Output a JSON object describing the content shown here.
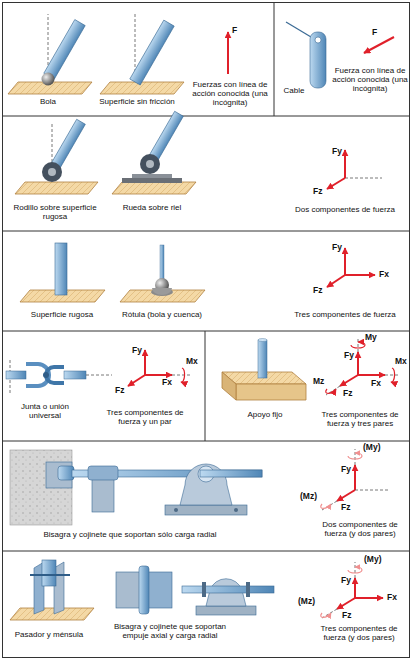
{
  "diagram": {
    "labels": [
      "Bola",
      "Superficie sin fricción",
      "F",
      "Fuerzas con línea de acción conocida (una incógnita)",
      "Cable",
      "F",
      "Fuerza con línea de acción conocida (una incógnita)",
      "Fy",
      "Fz",
      "Rodillo sobre superficie rugosa",
      "Rueda sobre riel",
      "Dos componentes de fuerza",
      "Fy",
      "Fx",
      "Fz",
      "Superficie rugosa",
      "Rótula (bola y cuenca)",
      "Tres componentes de fuerza",
      "Fy",
      "Fx",
      "Mx",
      "Fz",
      "Junta o unión universal",
      "Tres componentes de fuerza y un par",
      "My",
      "Fy",
      "Mz",
      "Fx",
      "Mx",
      "Fz",
      "Apoyo fijo",
      "Tres componentes de fuerza y tres pares",
      "(My)",
      "Fy",
      "(Mz)",
      "Fz",
      "Bisagra y cojinete que soportan sólo carga radial",
      "Dos componentes de fuerza (y dos pares)",
      "(My)",
      "Fy",
      "Fx",
      "(Mz)",
      "Fz",
      "Pasador y ménsula",
      "Bisagra y cojinete que soportan empuje axial y carga radial",
      "Tres componentes de fuerza (y dos pares)"
    ]
  }
}
